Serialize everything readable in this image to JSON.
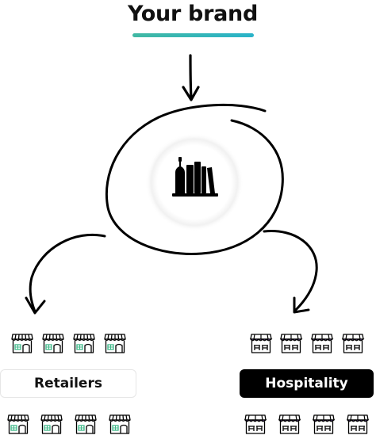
{
  "header": {
    "title": "Your brand"
  },
  "center": {
    "icon": "bottles-books-icon"
  },
  "retailers": {
    "label": "Retailers",
    "icon": "retail-store-icon",
    "accent": "#3fb889"
  },
  "hospitality": {
    "label": "Hospitality",
    "icon": "cafe-store-icon",
    "accent": "#8a5ad6"
  },
  "colors": {
    "underline": "#3cb8a8",
    "ink": "#000000",
    "pill_dark": "#000000"
  }
}
